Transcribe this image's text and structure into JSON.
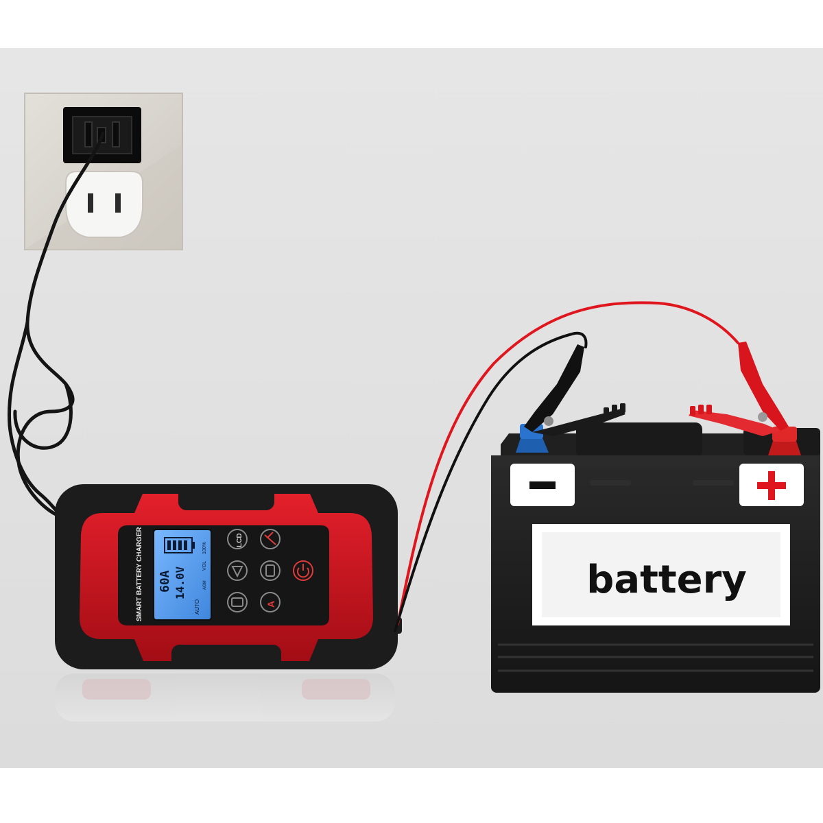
{
  "scene": {
    "colors": {
      "backdrop": "#e3e3e3",
      "wall_plate": "#d8d4cd",
      "charger_red": "#c8101c",
      "charger_black": "#1c1c1c",
      "lcd_blue": "#5aa0ee",
      "cable_red": "#e0161f",
      "cable_black": "#111111",
      "battery_body": "#1e1e1e"
    },
    "charger": {
      "brand_text": "SMART BATTERY CHARGER",
      "lcd": {
        "current": "60A",
        "voltage": "14.0V",
        "mode": "AUTO",
        "vol": "VOL",
        "percent": "100%",
        "agm": "AGM"
      },
      "buttons": [
        {
          "icon": "lcd",
          "label": "LCD"
        },
        {
          "icon": "wrench-icon",
          "label": ""
        },
        {
          "icon": "shield-icon",
          "label": ""
        },
        {
          "icon": "battery-icon",
          "label": ""
        },
        {
          "icon": "power-icon",
          "label": ""
        },
        {
          "icon": "car-battery-icon",
          "label": ""
        },
        {
          "icon": "temperature-icon",
          "label": "A"
        }
      ]
    },
    "battery": {
      "label": "battery",
      "negative_symbol": "−",
      "positive_symbol": "+"
    }
  }
}
